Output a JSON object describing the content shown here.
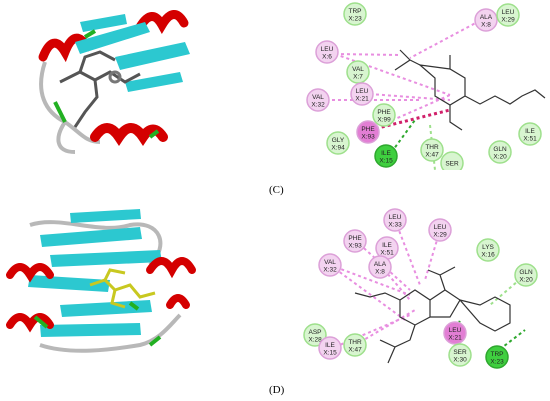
{
  "captions": {
    "c": "(C)",
    "d": "(D)"
  },
  "panel_c": {
    "residues": [
      {
        "name": "TRP",
        "num": "X:23",
        "kind": "vdw"
      },
      {
        "name": "ALA",
        "num": "X:8",
        "kind": "alkyl"
      },
      {
        "name": "LEU",
        "num": "X:29",
        "kind": "vdw"
      },
      {
        "name": "LEU",
        "num": "X:6",
        "kind": "alkyl"
      },
      {
        "name": "VAL",
        "num": "X:7",
        "kind": "vdw"
      },
      {
        "name": "LEU",
        "num": "X:21",
        "kind": "alkyl"
      },
      {
        "name": "VAL",
        "num": "X:32",
        "kind": "alkyl"
      },
      {
        "name": "PHE",
        "num": "X:99",
        "kind": "vdw"
      },
      {
        "name": "PHE",
        "num": "X:93",
        "kind": "pi"
      },
      {
        "name": "GLY",
        "num": "X:94",
        "kind": "vdw"
      },
      {
        "name": "ILE",
        "num": "X:15",
        "kind": "hbond"
      },
      {
        "name": "THR",
        "num": "X:47",
        "kind": "vdw"
      },
      {
        "name": "GLN",
        "num": "X:20",
        "kind": "vdw"
      },
      {
        "name": "ILE",
        "num": "X:51",
        "kind": "vdw"
      },
      {
        "name": "SER",
        "num": "",
        "kind": "vdw"
      }
    ]
  },
  "panel_d": {
    "residues": [
      {
        "name": "LEU",
        "num": "X:33",
        "kind": "alkyl"
      },
      {
        "name": "PHE",
        "num": "X:93",
        "kind": "alkyl"
      },
      {
        "name": "LEU",
        "num": "X:29",
        "kind": "alkyl"
      },
      {
        "name": "ILE",
        "num": "X:51",
        "kind": "alkyl"
      },
      {
        "name": "LYS",
        "num": "X:16",
        "kind": "vdw"
      },
      {
        "name": "VAL",
        "num": "X:32",
        "kind": "alkyl"
      },
      {
        "name": "ALA",
        "num": "X:8",
        "kind": "alkyl"
      },
      {
        "name": "GLN",
        "num": "X:20",
        "kind": "vdw"
      },
      {
        "name": "ASP",
        "num": "X:28",
        "kind": "vdw"
      },
      {
        "name": "THR",
        "num": "X:47",
        "kind": "vdw"
      },
      {
        "name": "LEU",
        "num": "X:21",
        "kind": "pi"
      },
      {
        "name": "ILE",
        "num": "X:15",
        "kind": "alkyl"
      },
      {
        "name": "SER",
        "num": "X:30",
        "kind": "vdw"
      },
      {
        "name": "TRP",
        "num": "X:23",
        "kind": "hbond"
      }
    ]
  },
  "colors": {
    "helix": "#d40000",
    "sheet": "#2cc8d0",
    "coil": "#b8b8b8",
    "turn": "#22b022",
    "vdw_fill": "#d8f5d0",
    "vdw_stroke": "#9ee08c",
    "alkyl_fill": "#f3d3f0",
    "alkyl_stroke": "#dca0d8",
    "pi_fill": "#e27ed4",
    "hbond_fill": "#3fcf3f",
    "alkyl_line": "#e88ee0",
    "hbond_line": "#2ea82e"
  }
}
